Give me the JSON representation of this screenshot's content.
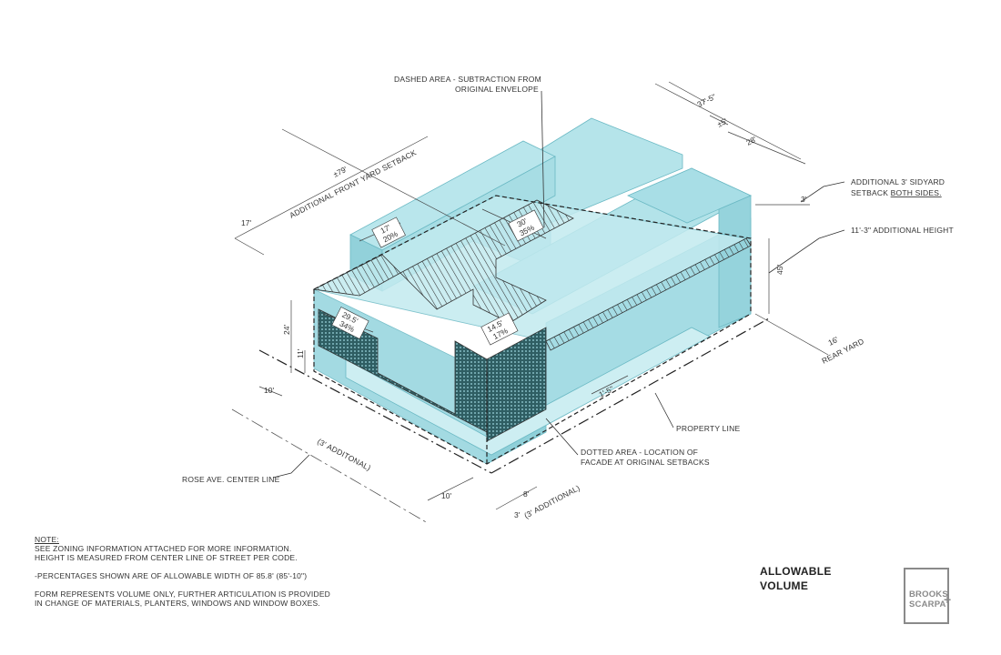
{
  "callouts": {
    "dashed_area_line1": "DASHED AREA - SUBTRACTION FROM",
    "dashed_area_line2": "ORIGINAL ENVELOPE",
    "sideyard_line1": "ADDITIONAL 3' SIDYARD",
    "sideyard_line2_prefix": "SETBACK ",
    "sideyard_line2_underlined": "BOTH SIDES.",
    "additional_height": "11'-3\" ADDITIONAL HEIGHT",
    "property_line": "PROPERTY LINE",
    "dotted_area_line1": "DOTTED AREA - LOCATION OF",
    "dotted_area_line2": "FACADE AT ORIGINAL SETBACKS",
    "center_line": "ROSE AVE. CENTER LINE",
    "front_yard": "ADDITIONAL FRONT YARD SETBACK",
    "rear_yard": "REAR YARD",
    "side_additional_1": "(3' ADDITONAL)",
    "side_additional_2": "(3' ADDITIONAL)"
  },
  "dimensions": {
    "d_79": "±79'",
    "d_17_left": "17'",
    "d_37_5": "37'-5\"",
    "d_pm5": "±5'",
    "d_28": "28'",
    "d_3_right": "3'",
    "d_45": "45'",
    "d_16": "16'",
    "d_24": "24'",
    "d_11": "11'",
    "d_10_left": "10'",
    "d_10_bottom": "10'",
    "d_8": "8'",
    "d_3_bottom": "3'",
    "d_1_5": "1'-5\"",
    "tag_17": "17'",
    "tag_20": "20%",
    "tag_30": "30'",
    "tag_35": "35%",
    "tag_29_5": "29.5'",
    "tag_34": "34%",
    "tag_14_5": "14.5'",
    "tag_17pct": "17%"
  },
  "notes": {
    "heading": "NOTE:",
    "line1": "SEE ZONING INFORMATION ATTACHED FOR MORE INFORMATION.",
    "line2": "HEIGHT IS MEASURED FROM CENTER LINE OF STREET PER CODE.",
    "line3": "-PERCENTAGES SHOWN ARE OF ALLOWABLE WIDTH OF 85.8' (85'-10\")",
    "line4": "FORM REPRESENTS VOLUME ONLY, FURTHER ARTICULATION IS PROVIDED",
    "line5": "IN CHANGE OF MATERIALS, PLANTERS, WINDOWS AND WINDOW BOXES."
  },
  "title": {
    "line1": "ALLOWABLE",
    "line2": "VOLUME"
  },
  "logo": {
    "line1": "BROOKS",
    "line2": "SCARPA",
    "plus": "+"
  },
  "colors": {
    "volume_top": "#b5e4ea",
    "volume_side": "#9fd8e0",
    "volume_front": "#8fd0d9",
    "hatch": "#333333",
    "line": "#333333"
  }
}
